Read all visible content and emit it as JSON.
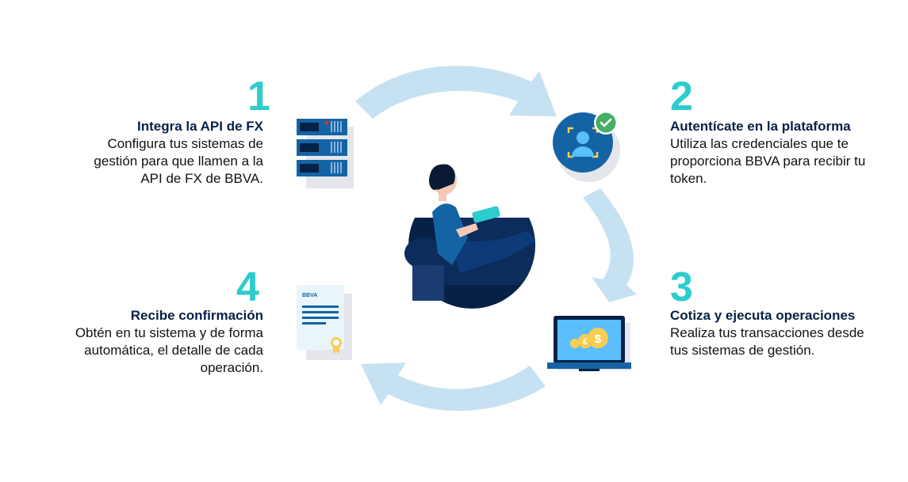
{
  "steps": [
    {
      "number": "1",
      "title": "Integra la API de FX",
      "description": "Configura tus sistemas de gestión para que llamen a la API de FX de BBVA.",
      "icon": "server-rack-icon"
    },
    {
      "number": "2",
      "title": "Autentícate en la plataforma",
      "description": "Utiliza las credenciales que te proporciona BBVA para recibir tu token.",
      "icon": "user-authentication-icon"
    },
    {
      "number": "3",
      "title": "Cotiza y ejecuta operaciones",
      "description": "Realiza tus transacciones desde tus sistemas de gestión.",
      "icon": "laptop-currency-icon"
    },
    {
      "number": "4",
      "title": "Recibe confirmación",
      "description": "Obtén en tu sistema y de forma automática, el detalle de cada operación.",
      "icon": "certificate-document-icon"
    }
  ],
  "document_brand": "BBVA",
  "colors": {
    "accent_turquoise": "#2dcccd",
    "navy": "#072146",
    "blue": "#1464a5",
    "arrow": "#c6e2f2"
  }
}
